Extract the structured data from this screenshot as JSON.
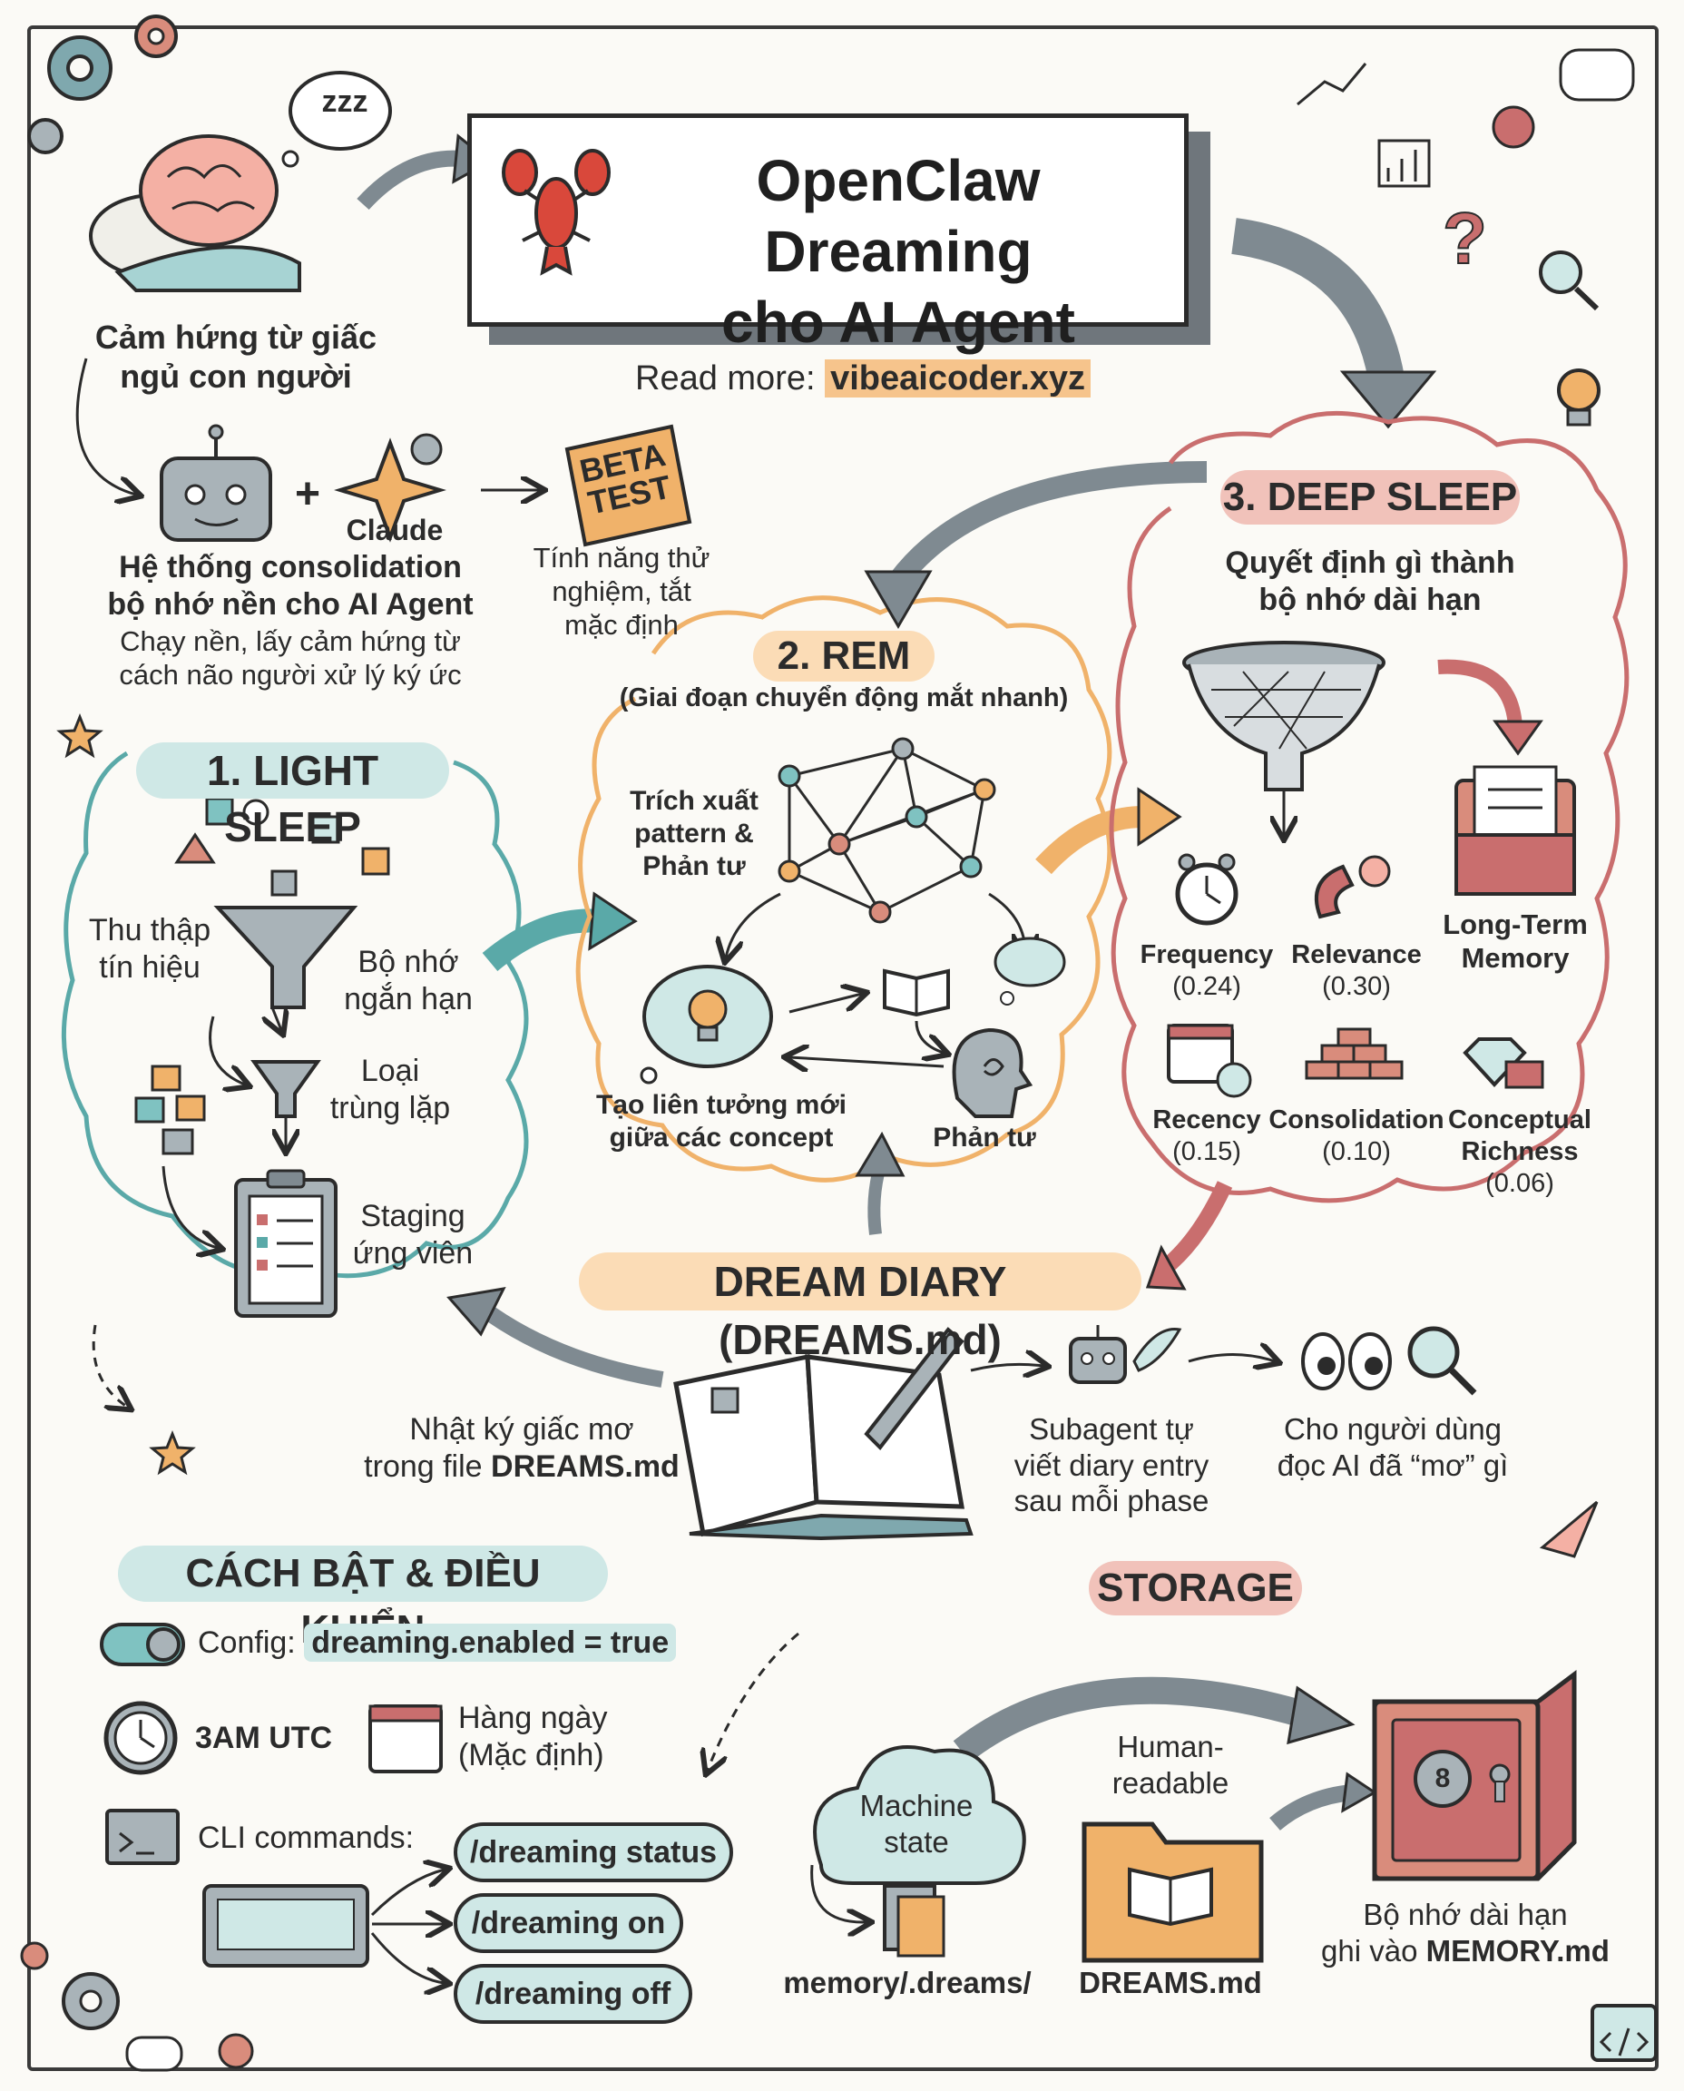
{
  "title": "OpenClaw Dreaming\ncho AI Agent",
  "read_more_label": "Read more:",
  "read_more_link": "vibeaicoder.xyz",
  "inspiration": "Cảm hứng từ giấc\nngủ con người",
  "snore": "zzz",
  "claude_label": "Claude",
  "system_title": "Hệ thống consolidation\nbộ nhớ nền cho AI Agent",
  "system_desc": "Chạy nền, lấy cảm hứng từ\ncách não người xử lý ký ức",
  "beta_badge": "BETA\nTEST",
  "beta_desc": "Tính năng thử\nnghiệm, tắt\nmặc định",
  "light_sleep": {
    "title": "1. LIGHT SLEEP",
    "collect": "Thu thập\ntín hiệu",
    "short_term": "Bộ nhớ\nngắn hạn",
    "dedupe": "Loại\ntrùng lặp",
    "staging": "Staging\nứng viên"
  },
  "rem": {
    "title": "2. REM",
    "subtitle": "(Giai đoạn chuyển động mắt nhanh)",
    "extract": "Trích xuất\npattern &\nPhản tư",
    "associations": "Tạo liên tưởng mới\ngiữa các concept",
    "reflect": "Phản tư"
  },
  "deep_sleep": {
    "title": "3. DEEP SLEEP",
    "subtitle": "Quyết định gì thành\nbộ nhớ dài hạn",
    "long_term": "Long-Term\nMemory",
    "factors": [
      {
        "name": "Frequency",
        "weight": "(0.24)"
      },
      {
        "name": "Relevance",
        "weight": "(0.30)"
      },
      {
        "name": "Recency",
        "weight": "(0.15)"
      },
      {
        "name": "Consolidation",
        "weight": "(0.10)"
      },
      {
        "name": "Conceptual\nRichness",
        "weight": "(0.06)"
      }
    ]
  },
  "dream_diary": {
    "title": "DREAM DIARY (DREAMS.md)",
    "journal": "Nhật ký giấc mơ\ntrong file ",
    "journal_file": "DREAMS.md",
    "subagent": "Subagent tự\nviết diary entry\nsau mỗi phase",
    "reader": "Cho người dùng\nđọc AI đã “mơ” gì"
  },
  "control": {
    "title": "CÁCH BẬT & ĐIỀU KHIỂN",
    "config_label": "Config:",
    "config_value": "dreaming.enabled = true",
    "time": "3AM UTC",
    "schedule": "Hàng ngày\n(Mặc định)",
    "cli_label": "CLI commands:",
    "commands": [
      "/dreaming status",
      "/dreaming on",
      "/dreaming off"
    ]
  },
  "storage": {
    "title": "STORAGE",
    "machine": "Machine\nstate",
    "machine_path": "memory/.dreams/",
    "human": "Human-\nreadable",
    "human_file": "DREAMS.md",
    "long_term": "Bộ nhớ dài hạn\nghi vào ",
    "long_term_file": "MEMORY.md",
    "safe_dial": "8"
  },
  "colors": {
    "teal": "#5aa9a8",
    "orange": "#f0b26a",
    "red": "#c96e6e",
    "gray_arrow": "#7f8a91"
  },
  "icons": [
    "gear-icon",
    "brain-icon",
    "robot-icon",
    "sparkle-icon",
    "lobster-icon",
    "funnel-icon",
    "clipboard-icon",
    "network-icon",
    "lightbulb-icon",
    "book-icon",
    "head-icon",
    "sieve-icon",
    "folder-icon",
    "clock-icon",
    "magnet-icon",
    "calendar-icon",
    "bricks-icon",
    "diamond-icon",
    "notebook-icon",
    "eyes-icon",
    "magnifier-icon",
    "toggle-icon",
    "terminal-icon",
    "keyboard-icon",
    "cloud-icon",
    "safe-icon",
    "paper-plane-icon",
    "code-icon"
  ]
}
